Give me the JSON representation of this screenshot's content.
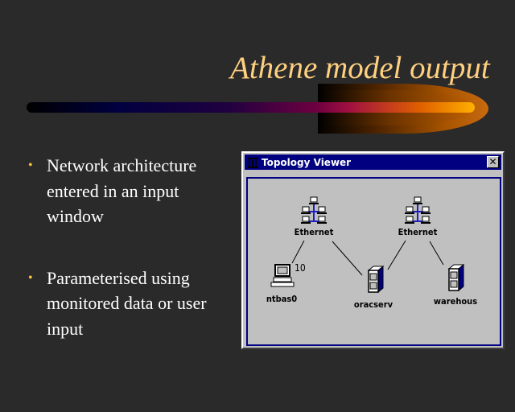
{
  "slide": {
    "title": "Athene model output",
    "bullets": [
      {
        "lines": [
          "Network architecture",
          "entered in an input",
          "window"
        ]
      },
      {
        "lines": [
          "Parameterised using",
          "monitored data or user",
          "input"
        ]
      }
    ]
  },
  "window": {
    "title": "Topology Viewer",
    "close_label": "✕",
    "nodes": {
      "ethernet1": "Ethernet",
      "ethernet2": "Ethernet",
      "ntbas0": "ntbas0",
      "ntbas0_count": "10",
      "oracserv": "oracserv",
      "warehous": "warehous"
    }
  },
  "colors": {
    "background": "#2a2a2a",
    "title": "#ffd080",
    "titlebar": "#000080",
    "window": "#c0c0c0"
  }
}
